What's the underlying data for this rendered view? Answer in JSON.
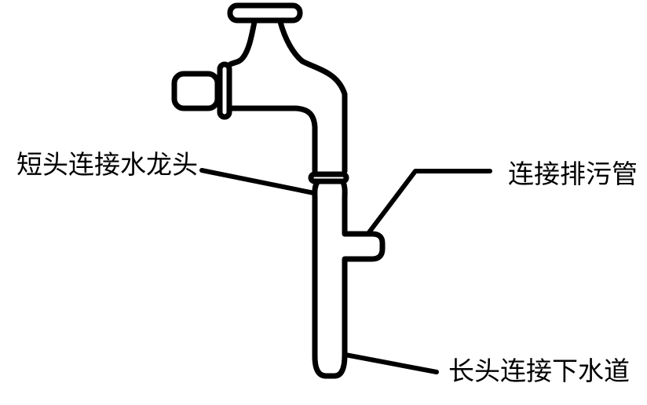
{
  "diagram": {
    "labels": {
      "short_head": "短头连接水龙头",
      "sewage_pipe": "连接排污管",
      "long_head": "长头连接下水道"
    },
    "parts": [
      "faucet-handle",
      "faucet-body",
      "spout-nozzle",
      "spout-flange",
      "connector-ring",
      "trap-pipe",
      "branch-outlet-stub"
    ],
    "colors": {
      "line": "#000000",
      "text": "#000000",
      "background": "#ffffff"
    }
  }
}
